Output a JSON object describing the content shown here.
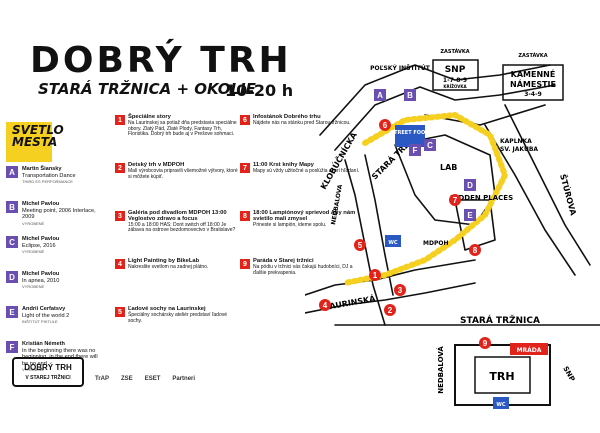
{
  "header": {
    "title": "DOBRÝ TRH",
    "subtitle": "STARÁ TRŽNICA + OKOLIE",
    "hours": "10-20 h"
  },
  "lights_section": {
    "title_line1": "SVETLO",
    "title_line2": "MESTA",
    "items": [
      {
        "letter": "A",
        "author": "Martin Šiansky",
        "work": "Transportation Dance",
        "source": "THIRD ES PERFORMANCE"
      },
      {
        "letter": "B",
        "author": "Michel Pavlou",
        "work": "Meeting point, 2006 Interlace, 2009",
        "source": "VYROBENÉ"
      },
      {
        "letter": "C",
        "author": "Michel Pavlou",
        "work": "Eclipse, 2016",
        "source": "VYROBENÉ"
      },
      {
        "letter": "D",
        "author": "Michel Pavlou",
        "work": "In apnea, 2010",
        "source": "VYROBENÉ"
      },
      {
        "letter": "E",
        "author": "Andrii Cerfatsvy",
        "work": "Light of the world 2",
        "source": "INŠTITÚT PIKTULE"
      },
      {
        "letter": "F",
        "author": "Kristián Németh",
        "work": "In the beginning there was no beginning, in the end there will be no end",
        "source": "VYROBENÉ"
      }
    ]
  },
  "program": [
    {
      "num": "1",
      "title": "Špeciálne story",
      "text": "Na Laurinskej sa potiaž dňa predstavia speciálne obory. Zlatý Pád, Zlaté Plody, Fantasy Trh, Floristika. Dobrý trh bude aj v Prešove sohmaci."
    },
    {
      "num": "2",
      "title": "Detský trh v MDPOH",
      "text": "Malí výrobcovia pripravili všemožné výtvory, ktoré si môžete kúpiť."
    },
    {
      "num": "3",
      "title": "Galéria pod divadlom MDPOH 13:00 Veglostvo zdravo a focus",
      "text": "15:00 a 18:00 HAS: Dont switch off 18:00 Je zábava na ostrove bezdomovectvo v Bratislave?"
    },
    {
      "num": "4",
      "title": "Light Painting by BikeLab",
      "text": "Nakreslite svetlom na zadnej plátno."
    },
    {
      "num": "5",
      "title": "Ľadové sochy na Laurinskej",
      "text": "Špeciálny sochársky ateliér predstaví ľadové sochy."
    },
    {
      "num": "6",
      "title": "Infostánok Dobrého trhu",
      "text": "Nájdete nás na stánku pred Starou tržnicou."
    },
    {
      "num": "7",
      "title": "11:00 Krst knihy Mapy",
      "text": "Mapy sú vždy užitočné a poslúžia aj pri hľadaní."
    },
    {
      "num": "8",
      "title": "18:00 Lampiónový sprievod Aby nám svietilo mali zmysel",
      "text": "Prineste si lampión, ideme spolu."
    },
    {
      "num": "9",
      "title": "Paráda v Starej tržnici",
      "text": "Na pódiu v tržnici vás čakajú hudobníci, DJ a ďalšie prekvapenia."
    }
  ],
  "footer": {
    "logo_line1": "DOBRÝ TRH",
    "logo_line2": "V STAREJ TRŽNICI",
    "partners": [
      "TrAP",
      "ZSE",
      "ESET",
      "Partneri"
    ]
  },
  "map": {
    "labels": {
      "poľsky_institut": "POĽSKÝ INŠTITÚT",
      "zastavka1": "ZASTÁVKA",
      "snp": "SNP",
      "snp_lines": "1-7-8-9",
      "snp_sub": "KRÍŽOVKA",
      "zastavka2": "ZASTÁVKA",
      "kamenne1": "KAMENNÉ",
      "kamenne2": "NÁMESTIE",
      "kamenne_lines": "3-4-9",
      "kaplnka1": "KAPLNKA",
      "kaplnka2": "SV. JAKUBA",
      "klobucnicka": "KLOBÚČNÍCKA",
      "stara_trznica": "STARÁ TRŽNICA",
      "lab": "LAB",
      "street_food": "STREET FOOD",
      "hidden_places": "HIDDEN PLACES",
      "mdpoh": "MDPOH",
      "laurinska": "LAURINSKÁ",
      "sturova": "ŠTÚROVA",
      "nedbalova_left": "NEDBALOVA",
      "wc": "WC",
      "stara_trznica_inset": "STARÁ TRŽNICA",
      "nedbalova_inset": "NEDBALOVÁ",
      "trh": "TRH",
      "mrada": "MRÁDA",
      "snp_side": "SNP"
    },
    "markers": [
      "A",
      "B",
      "C",
      "D",
      "E",
      "F"
    ],
    "numbers": [
      "1",
      "2",
      "3",
      "4",
      "5",
      "6",
      "7",
      "8",
      "9"
    ]
  },
  "colors": {
    "yellow": "#f5d020",
    "red": "#e2231a",
    "purple": "#6a4fb0",
    "blue": "#2b59c3"
  }
}
